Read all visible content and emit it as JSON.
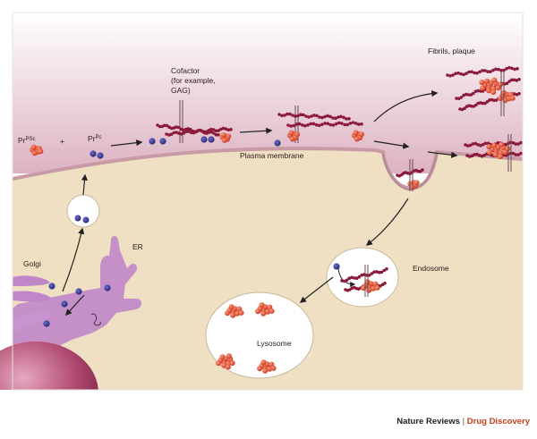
{
  "labels": {
    "prpsc_base": "Pr",
    "prpsc_sup": "PSc",
    "plus": "+",
    "prpc_base": "Pr",
    "prpc_sup": "Pc",
    "cofactor_line1": "Cofactor",
    "cofactor_line2": "(for example,",
    "cofactor_line3": "GAG)",
    "fibrils": "Fibrils, plaque",
    "plasma_membrane": "Plasma membrane",
    "golgi": "Golgi",
    "er": "ER",
    "endosome": "Endosome",
    "lysosome": "Lysosome"
  },
  "credit": {
    "journal": "Nature Reviews",
    "separator": "|",
    "section": "Drug Discovery"
  },
  "colors": {
    "extracellular_top": "#ffffff",
    "extracellular_bottom": "#dcb2c2",
    "cytoplasm": "#efe0c4",
    "membrane": "#c89aa5",
    "prion_red": "#d9412b",
    "prpc_blue": "#2e2f8a",
    "gag_chain": "#8b1a3a",
    "organelle_purple": "#c087c8",
    "nucleus": "#b04a70"
  }
}
